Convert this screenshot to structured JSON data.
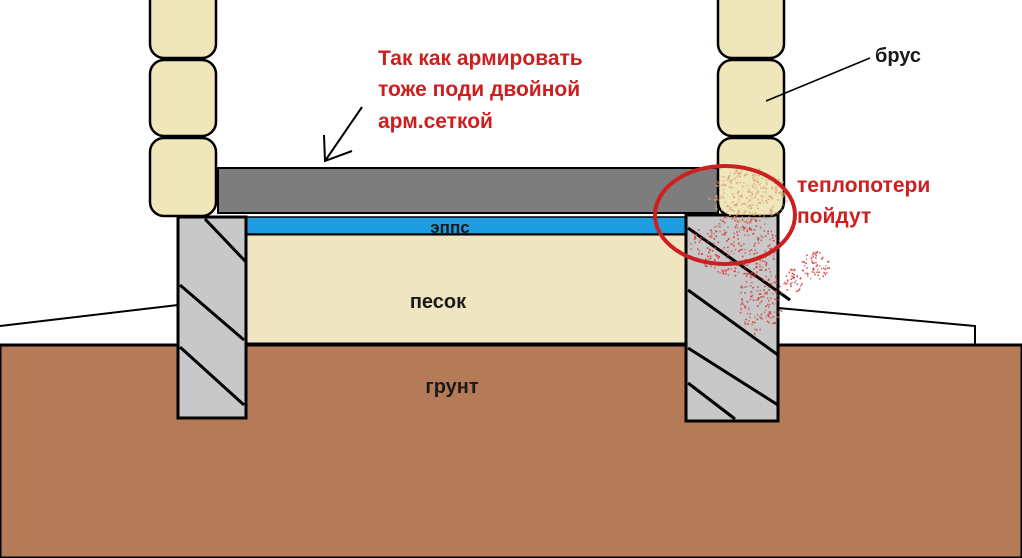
{
  "labels": {
    "soil": "грунт",
    "sand": "песок",
    "epps": "эппс",
    "timber": "брус",
    "reinforce_note": [
      "Так как армировать",
      "тоже поди двойной",
      "арм.сеткой"
    ],
    "heatloss_note": [
      "теплопотери",
      "пойдут"
    ]
  },
  "colors": {
    "soil": "#b57a58",
    "sand": "#efe5c0",
    "timber": "#efe6bc",
    "slab": "#7d7d7d",
    "epps": "#1e9ce0",
    "concrete": "#c8c8c8",
    "accent_red": "#cc2020"
  }
}
